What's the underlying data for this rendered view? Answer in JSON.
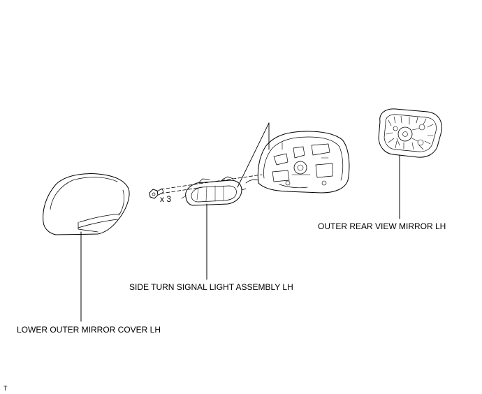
{
  "labels": {
    "outer_mirror": "OUTER REAR VIEW MIRROR LH",
    "signal_light": "SIDE TURN SIGNAL LIGHT ASSEMBLY LH",
    "lower_cover": "LOWER OUTER MIRROR COVER LH",
    "screw_qty": "x 3",
    "corner_mark": "T"
  }
}
